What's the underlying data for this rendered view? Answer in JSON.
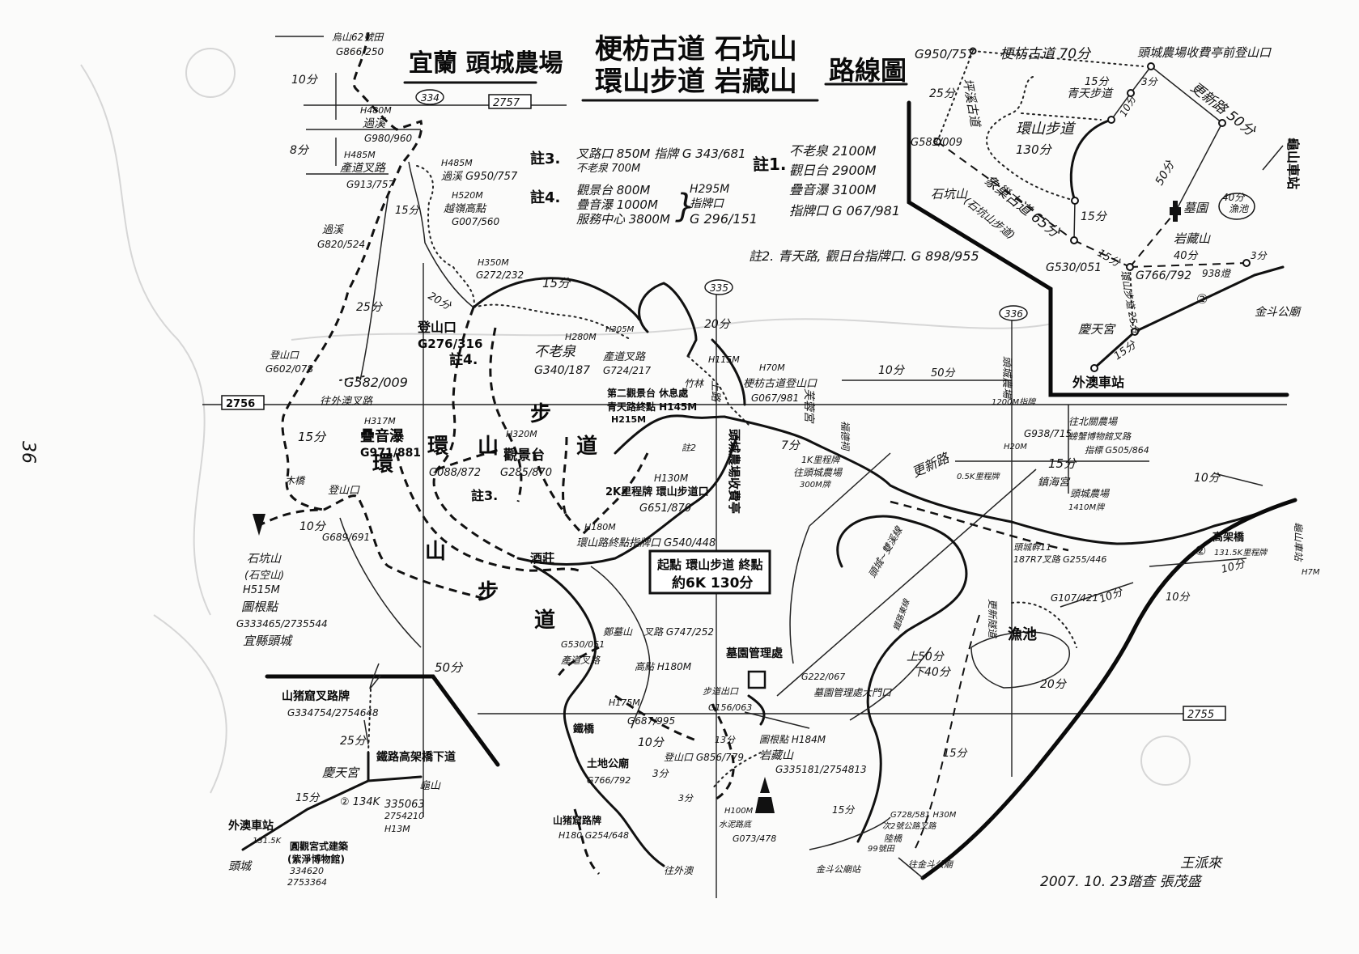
{
  "page_number": "36",
  "title": {
    "region": "宜蘭 頭城農場",
    "line1": "梗枋古道 石坑山",
    "line2": "環山步道 岩藏山",
    "suffix": "路線圖"
  },
  "grid_refs": {
    "g2757": "2757",
    "g2756": "2756",
    "g2755": "2755",
    "c334": "334",
    "c335": "335",
    "c336": "336"
  },
  "notes": {
    "note3": {
      "label": "註3.",
      "l1": "叉路口 850M 指牌 G 343/681",
      "l2": "不老泉 700M"
    },
    "note4": {
      "label": "註4.",
      "l1": "觀景台 800M",
      "l2": "疊音瀑 1000M",
      "l3": "服務中心 3800M",
      "r1": "H295M",
      "r2": "指牌口",
      "r3": "G 296/151"
    },
    "note1": {
      "label": "註1.",
      "l1": "不老泉 2100M",
      "l2": "觀日台 2900M",
      "l3": "疊音瀑 3100M",
      "l4": "指牌口 G 067/981"
    },
    "note2": {
      "label": "註2. 青天路, 觀日台指牌口. G 898/955"
    }
  },
  "summary_box": {
    "l1": "起點 環山步道 終點",
    "l2": "約6K 130分"
  },
  "inset_labels": [
    {
      "id": "i1",
      "text": "G950/757"
    },
    {
      "id": "i2",
      "text": "梗枋古道 70分"
    },
    {
      "id": "i3",
      "text": "頭城農場收費亭前登山口"
    },
    {
      "id": "i4",
      "text": "更新路 50分"
    },
    {
      "id": "i5",
      "text": "坪溪古道"
    },
    {
      "id": "i6",
      "text": "25分"
    },
    {
      "id": "i7",
      "text": "G583/009"
    },
    {
      "id": "i8",
      "text": "環山步道"
    },
    {
      "id": "i9",
      "text": "130分"
    },
    {
      "id": "i10",
      "text": "青天步道"
    },
    {
      "id": "i11",
      "text": "15分"
    },
    {
      "id": "i12",
      "text": "3分"
    },
    {
      "id": "i13",
      "text": "10分"
    },
    {
      "id": "i14",
      "text": "石坑山"
    },
    {
      "id": "i15",
      "text": "象巢古道 65分"
    },
    {
      "id": "i16",
      "text": "(石坑山步道)"
    },
    {
      "id": "i17",
      "text": "15分"
    },
    {
      "id": "i18",
      "text": "G530/051"
    },
    {
      "id": "i19",
      "text": "15分"
    },
    {
      "id": "i20",
      "text": "G766/792"
    },
    {
      "id": "i21",
      "text": "環山步道 25分"
    },
    {
      "id": "i22",
      "text": "墓園"
    },
    {
      "id": "i23",
      "text": "50分"
    },
    {
      "id": "i24",
      "text": "岩藏山"
    },
    {
      "id": "i25",
      "text": "40分"
    },
    {
      "id": "i26",
      "text": "938燈"
    },
    {
      "id": "i27",
      "text": "慶天宮"
    },
    {
      "id": "i28",
      "text": "②"
    },
    {
      "id": "i29",
      "text": "15分"
    },
    {
      "id": "i30",
      "text": "外澳車站"
    },
    {
      "id": "i31",
      "text": "龜山車站"
    },
    {
      "id": "i32",
      "text": "金斗公廟"
    },
    {
      "id": "i33",
      "text": "漁池"
    },
    {
      "id": "i34",
      "text": "40分"
    },
    {
      "id": "i35",
      "text": "3分"
    }
  ],
  "map_labels": [
    {
      "id": "m1",
      "text": "烏山62號田"
    },
    {
      "id": "m2",
      "text": "G866/250"
    },
    {
      "id": "m3",
      "text": "10分"
    },
    {
      "id": "m4",
      "text": "H480M"
    },
    {
      "id": "m5",
      "text": "過溪"
    },
    {
      "id": "m6",
      "text": "G980/960"
    },
    {
      "id": "m7",
      "text": "8分"
    },
    {
      "id": "m8",
      "text": "H485M"
    },
    {
      "id": "m9",
      "text": "產道叉路"
    },
    {
      "id": "m10",
      "text": "G913/757"
    },
    {
      "id": "m11",
      "text": "H485M"
    },
    {
      "id": "m12",
      "text": "過溪 G950/757"
    },
    {
      "id": "m13",
      "text": "H520M"
    },
    {
      "id": "m14",
      "text": "越嶺高點"
    },
    {
      "id": "m15",
      "text": "G007/560"
    },
    {
      "id": "m16",
      "text": "15分"
    },
    {
      "id": "m17",
      "text": "過溪"
    },
    {
      "id": "m18",
      "text": "G820/524"
    },
    {
      "id": "m19",
      "text": "25分"
    },
    {
      "id": "m20",
      "text": "H350M"
    },
    {
      "id": "m21",
      "text": "G272/232"
    },
    {
      "id": "m22",
      "text": "20分"
    },
    {
      "id": "m23",
      "text": "登山口"
    },
    {
      "id": "m24",
      "text": "G276/316"
    },
    {
      "id": "m25",
      "text": "登山口"
    },
    {
      "id": "m26",
      "text": "G602/078"
    },
    {
      "id": "m27",
      "text": "G582/009"
    },
    {
      "id": "m28",
      "text": "往外澳叉路"
    },
    {
      "id": "m29",
      "text": "15分"
    },
    {
      "id": "m30",
      "text": "木橋"
    },
    {
      "id": "m31",
      "text": "登山口"
    },
    {
      "id": "m32",
      "text": "10分"
    },
    {
      "id": "m33",
      "text": "G689/691"
    },
    {
      "id": "m34",
      "text": "石坑山"
    },
    {
      "id": "m35",
      "text": "(石空山)"
    },
    {
      "id": "m36",
      "text": "H515M"
    },
    {
      "id": "m37",
      "text": "圖根點"
    },
    {
      "id": "m38",
      "text": "G333465/2735544"
    },
    {
      "id": "m39",
      "text": "宜縣頭城"
    },
    {
      "id": "m40",
      "text": "50分"
    },
    {
      "id": "m41",
      "text": "山猪窟叉路牌"
    },
    {
      "id": "m42",
      "text": "G334754/2754648"
    },
    {
      "id": "m43",
      "text": "25分"
    },
    {
      "id": "m44",
      "text": "鐵路高架橋下道"
    },
    {
      "id": "m45",
      "text": "慶天宮"
    },
    {
      "id": "m46",
      "text": "龜山"
    },
    {
      "id": "m47",
      "text": "② 134K"
    },
    {
      "id": "m48",
      "text": "15分"
    },
    {
      "id": "m49",
      "text": "外澳車站"
    },
    {
      "id": "m50",
      "text": "131.5K"
    },
    {
      "id": "m51",
      "text": "335063"
    },
    {
      "id": "m52",
      "text": "2754210"
    },
    {
      "id": "m53",
      "text": "H13M"
    },
    {
      "id": "m54",
      "text": "頭城"
    },
    {
      "id": "m55",
      "text": "圓觀宮式建築"
    },
    {
      "id": "m56",
      "text": "(紫淨博物館)"
    },
    {
      "id": "m57",
      "text": "334620"
    },
    {
      "id": "m58",
      "text": "2753364"
    },
    {
      "id": "m59",
      "text": "15分"
    },
    {
      "id": "m60",
      "text": "H280M"
    },
    {
      "id": "m61",
      "text": "不老泉"
    },
    {
      "id": "m62",
      "text": "G340/187"
    },
    {
      "id": "m63",
      "text": "註4."
    },
    {
      "id": "m64",
      "text": "H305M"
    },
    {
      "id": "m65",
      "text": "產道叉路"
    },
    {
      "id": "m66",
      "text": "G724/217"
    },
    {
      "id": "m67",
      "text": "20分"
    },
    {
      "id": "m68",
      "text": "竹林"
    },
    {
      "id": "m69",
      "text": "H115M"
    },
    {
      "id": "m70",
      "text": "上路"
    },
    {
      "id": "m71",
      "text": "H70M"
    },
    {
      "id": "m72",
      "text": "梗枋古道登山口"
    },
    {
      "id": "m73",
      "text": "G067/981"
    },
    {
      "id": "m74",
      "text": "第二觀景台 休息處"
    },
    {
      "id": "m75",
      "text": "青天路終點 H145M"
    },
    {
      "id": "m76",
      "text": "H215M"
    },
    {
      "id": "m77",
      "text": "環"
    },
    {
      "id": "m78",
      "text": "山"
    },
    {
      "id": "m79",
      "text": "步"
    },
    {
      "id": "m80",
      "text": "道"
    },
    {
      "id": "m81",
      "text": "H317M"
    },
    {
      "id": "m82",
      "text": "疊音瀑"
    },
    {
      "id": "m83",
      "text": "G971/881"
    },
    {
      "id": "m84",
      "text": "G088/872"
    },
    {
      "id": "m85",
      "text": "H320M"
    },
    {
      "id": "m86",
      "text": "觀景台"
    },
    {
      "id": "m87",
      "text": "G285/870"
    },
    {
      "id": "m88",
      "text": "註3."
    },
    {
      "id": "m89",
      "text": "註2"
    },
    {
      "id": "m90",
      "text": "H130M"
    },
    {
      "id": "m91",
      "text": "2K里程牌 環山步道口"
    },
    {
      "id": "m92",
      "text": "G651/870"
    },
    {
      "id": "m93",
      "text": "頭城農場收費亭"
    },
    {
      "id": "m94",
      "text": "7分"
    },
    {
      "id": "m95",
      "text": "1K里程牌"
    },
    {
      "id": "m96",
      "text": "往頭城農場"
    },
    {
      "id": "m97",
      "text": "300M牌"
    },
    {
      "id": "m98",
      "text": "福德祠"
    },
    {
      "id": "m99",
      "text": "芙蓉宮"
    },
    {
      "id": "m100",
      "text": "更新路"
    },
    {
      "id": "m101",
      "text": "環"
    },
    {
      "id": "m102",
      "text": "山"
    },
    {
      "id": "m103",
      "text": "步"
    },
    {
      "id": "m104",
      "text": "道"
    },
    {
      "id": "m105",
      "text": "H180M"
    },
    {
      "id": "m106",
      "text": "環山路終點指牌口 G540/448"
    },
    {
      "id": "m107",
      "text": "酒莊"
    },
    {
      "id": "m108",
      "text": "鄭墓山"
    },
    {
      "id": "m109",
      "text": "叉路 G747/252"
    },
    {
      "id": "m110",
      "text": "G530/051"
    },
    {
      "id": "m111",
      "text": "產道叉路"
    },
    {
      "id": "m112",
      "text": "高點 H180M"
    },
    {
      "id": "m113",
      "text": "H175M"
    },
    {
      "id": "m114",
      "text": "G687/995"
    },
    {
      "id": "m115",
      "text": "鐵橋"
    },
    {
      "id": "m116",
      "text": "土地公廟"
    },
    {
      "id": "m117",
      "text": "G766/792"
    },
    {
      "id": "m118",
      "text": "10分"
    },
    {
      "id": "m119",
      "text": "3分"
    },
    {
      "id": "m120",
      "text": "登山口 G856/779"
    },
    {
      "id": "m121",
      "text": "13分"
    },
    {
      "id": "m122",
      "text": "步道出口"
    },
    {
      "id": "m123",
      "text": "G156/063"
    },
    {
      "id": "m124",
      "text": "墓園管理處"
    },
    {
      "id": "m125",
      "text": "G222/067"
    },
    {
      "id": "m126",
      "text": "墓園管理處大門口"
    },
    {
      "id": "m127",
      "text": "圖根點 H184M"
    },
    {
      "id": "m128",
      "text": "岩藏山"
    },
    {
      "id": "m129",
      "text": "G335181/2754813"
    },
    {
      "id": "m130",
      "text": "H100M"
    },
    {
      "id": "m131",
      "text": "水泥路底"
    },
    {
      "id": "m132",
      "text": "G073/478"
    },
    {
      "id": "m133",
      "text": "山猪窟路牌"
    },
    {
      "id": "m134",
      "text": "H180 G254/648"
    },
    {
      "id": "m135",
      "text": "往外澳"
    },
    {
      "id": "m136",
      "text": "10分"
    },
    {
      "id": "m137",
      "text": "頭城農場"
    },
    {
      "id": "m138",
      "text": "1200M指牌"
    },
    {
      "id": "m139",
      "text": "H20M"
    },
    {
      "id": "m140",
      "text": "G938/715"
    },
    {
      "id": "m141",
      "text": "15分"
    },
    {
      "id": "m142",
      "text": "往北關農場"
    },
    {
      "id": "m143",
      "text": "螃蟹博物館叉路"
    },
    {
      "id": "m144",
      "text": "指標 G505/864"
    },
    {
      "id": "m145",
      "text": "0.5K里程牌"
    },
    {
      "id": "m146",
      "text": "鎮海宮"
    },
    {
      "id": "m147",
      "text": "頭城農場"
    },
    {
      "id": "m148",
      "text": "1410M牌"
    },
    {
      "id": "m149",
      "text": "頭城幹11"
    },
    {
      "id": "m150",
      "text": "187R7叉路 G255/446"
    },
    {
      "id": "m151",
      "text": "10分"
    },
    {
      "id": "m152",
      "text": "高架橋"
    },
    {
      "id": "m153",
      "text": "131.5K里程牌"
    },
    {
      "id": "m154",
      "text": "龜山車站"
    },
    {
      "id": "m155",
      "text": "H7M"
    },
    {
      "id": "m156",
      "text": "②"
    },
    {
      "id": "m157",
      "text": "10分"
    },
    {
      "id": "m158",
      "text": "10分"
    },
    {
      "id": "m159",
      "text": "G107/421"
    },
    {
      "id": "m160",
      "text": "漁池"
    },
    {
      "id": "m161",
      "text": "更新隧道"
    },
    {
      "id": "m162",
      "text": "上50分"
    },
    {
      "id": "m163",
      "text": "下40分"
    },
    {
      "id": "m164",
      "text": "20分"
    },
    {
      "id": "m165",
      "text": "頭城~雙溪線"
    },
    {
      "id": "m166",
      "text": "鐵路東線"
    },
    {
      "id": "m167",
      "text": "G728/581 H30M"
    },
    {
      "id": "m168",
      "text": "次2號公路叉路"
    },
    {
      "id": "m169",
      "text": "陸橋"
    },
    {
      "id": "m170",
      "text": "99號田"
    },
    {
      "id": "m171",
      "text": "金斗公廟站"
    },
    {
      "id": "m172",
      "text": "往金斗公廟"
    },
    {
      "id": "m173",
      "text": "15分"
    },
    {
      "id": "m174",
      "text": "3分"
    },
    {
      "id": "m175",
      "text": "10分"
    },
    {
      "id": "m176",
      "text": "50分"
    },
    {
      "id": "m177",
      "text": "15分"
    }
  ],
  "footer": {
    "surveyor1": "王派來",
    "date_line": "2007. 10. 23踏查 張茂盛"
  }
}
